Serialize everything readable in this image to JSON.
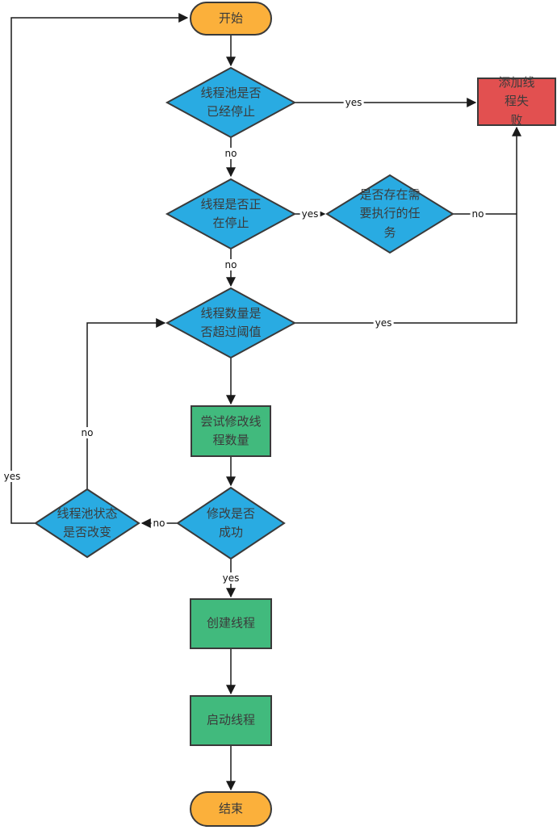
{
  "colors": {
    "decision_fill": "#29ABE2",
    "process_fill": "#41BA7D",
    "terminal_fill": "#FBB03B",
    "error_fill": "#E25050",
    "shape_stroke": "#3A3A3A",
    "line_color": "#1A1A1A"
  },
  "nodes": {
    "start": {
      "label": "开始",
      "type": "terminal"
    },
    "pool_stopped": {
      "label": "线程池是否\n已经停止",
      "type": "decision"
    },
    "add_thread_failed": {
      "label": "添加线程失\n败",
      "type": "error"
    },
    "thread_stopping": {
      "label": "线程是否正\n在停止",
      "type": "decision"
    },
    "tasks_pending": {
      "label": "是否存在需\n要执行的任\n务",
      "type": "decision"
    },
    "count_exceeds_threshold": {
      "label": "线程数量是\n否超过阈值",
      "type": "decision"
    },
    "try_modify_count": {
      "label": "尝试修改线\n程数量",
      "type": "process"
    },
    "modify_success": {
      "label": "修改是否\n成功",
      "type": "decision"
    },
    "pool_state_changed": {
      "label": "线程池状态\n是否改变",
      "type": "decision"
    },
    "create_thread": {
      "label": "创建线程",
      "type": "process"
    },
    "start_thread": {
      "label": "启动线程",
      "type": "process"
    },
    "end": {
      "label": "结束",
      "type": "terminal"
    }
  },
  "edge_labels": {
    "pool_stopped_yes": "yes",
    "pool_stopped_no": "no",
    "thread_stopping_yes": "yes",
    "thread_stopping_no": "no",
    "tasks_pending_no": "no",
    "count_exceeds_yes": "yes",
    "modify_success_no": "no",
    "modify_success_yes": "yes",
    "pool_state_changed_no": "no",
    "pool_state_changed_yes": "yes"
  }
}
